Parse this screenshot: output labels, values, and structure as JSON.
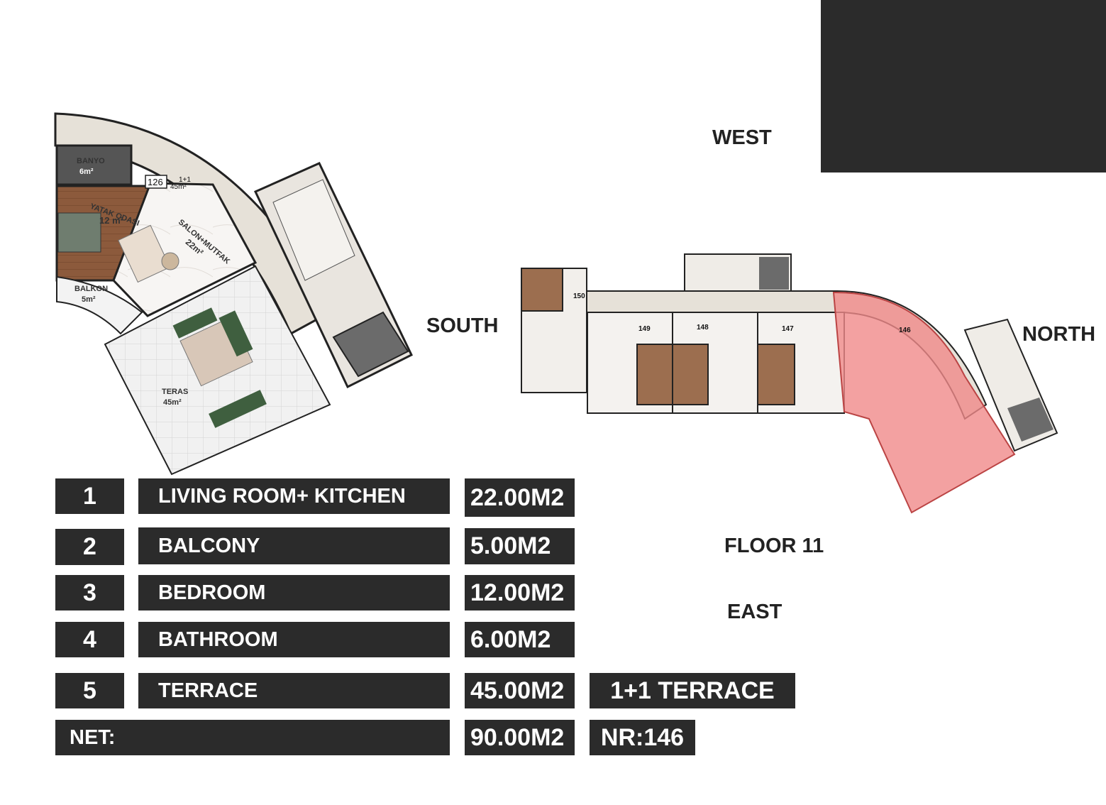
{
  "compass": {
    "west": "WEST",
    "south": "SOUTH",
    "north": "NORTH",
    "east": "EAST"
  },
  "floor_label": "FLOOR 11",
  "plan_labels": {
    "banyo": "BANYO",
    "banyo_area": "6m²",
    "unit_no": "126",
    "unit_type": "1+1",
    "unit_area": "45m²",
    "yatak": "YATAK ODASI",
    "yatak_area": "12 m²",
    "salon": "SALON+MUTFAK",
    "salon_area": "22m²",
    "balkon": "BALKON",
    "balkon_area": "5m²",
    "teras": "TERAS",
    "teras_area": "45m²"
  },
  "key_plan_units": [
    "150",
    "149",
    "148",
    "147",
    "146"
  ],
  "rooms": [
    {
      "index": "1",
      "name": "LIVING ROOM+ KITCHEN",
      "area": "22.00M2"
    },
    {
      "index": "2",
      "name": "BALCONY",
      "area": "5.00M2"
    },
    {
      "index": "3",
      "name": "BEDROOM",
      "area": "12.00M2"
    },
    {
      "index": "4",
      "name": "BATHROOM",
      "area": "6.00M2"
    },
    {
      "index": "5",
      "name": "TERRACE",
      "area": "45.00M2"
    }
  ],
  "net": {
    "label": "NET:",
    "area": "90.00M2"
  },
  "unit_type_badge": "1+1 TERRACE",
  "unit_number_badge": "NR:146",
  "colors": {
    "dark_panel": "#2b2b2b",
    "highlight": "#f08a8a",
    "corridor": "#e6e1d8"
  }
}
